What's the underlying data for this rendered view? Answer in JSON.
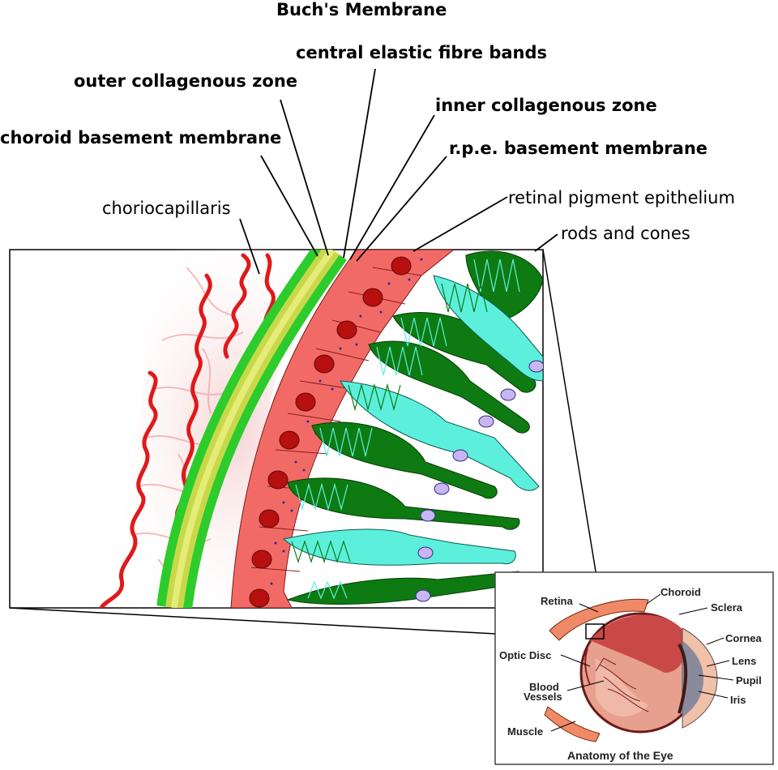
{
  "title": "Buch's Membrane",
  "labels": {
    "central_elastic": "central elastic fibre bands",
    "outer_collagenous": "outer collagenous zone",
    "inner_collagenous": "inner collagenous zone",
    "choroid_basement": "choroid basement membrane",
    "rpe_basement": "r.p.e. basement membrane",
    "choriocapillaris": "choriocapillaris",
    "retinal_pigment": "retinal pigment epithelium",
    "rods_cones": "rods and cones"
  },
  "inset": {
    "title": "Anatomy of the Eye",
    "labels": {
      "retina": "Retina",
      "choroid": "Choroid",
      "sclera": "Sclera",
      "cornea": "Cornea",
      "optic_disc": "Optic Disc",
      "lens": "Lens",
      "pupil": "Pupil",
      "blood_vessels_1": "Blood",
      "blood_vessels_2": "Vessels",
      "iris": "Iris",
      "muscle": "Muscle"
    }
  },
  "colors": {
    "vessel": "#e0191b",
    "bruch_outer": "#3ec43e",
    "bruch_inner": "#c8d84a",
    "rpe_cell": "#f26a66",
    "nucleus": "#b80f0f",
    "rod": "#0e7a12",
    "cone": "#5cf0dc",
    "cell_nucleus": "#c7b6f2"
  }
}
